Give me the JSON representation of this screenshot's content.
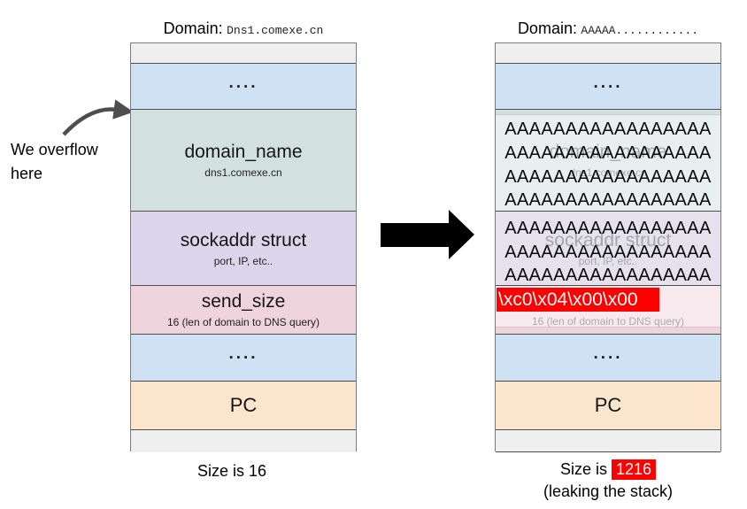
{
  "annotation": {
    "overflow_text": "We overflow here"
  },
  "stack_left": {
    "title_prefix": "Domain:",
    "title_domain": "Dns1.comexe.cn",
    "dots": "....",
    "domain_name": {
      "title": "domain_name",
      "subtitle": "dns1.comexe.cn"
    },
    "sockaddr": {
      "title": "sockaddr struct",
      "subtitle": "port, IP, etc.."
    },
    "send_size": {
      "title": "send_size",
      "subtitle": "16 (len of domain to DNS query)"
    },
    "pc": "PC",
    "caption": "Size is 16"
  },
  "stack_right": {
    "title_prefix": "Domain:",
    "title_domain": "AAAAA............",
    "dots": "....",
    "a_row": "AAAAAAAAAAAAAAAAA",
    "ghost_domain": {
      "title": "domain_name",
      "subtitle": "dns1.comexe.cn"
    },
    "ghost_sockaddr": {
      "title": "sockaddr struct",
      "subtitle": "port, IP, etc.."
    },
    "ghost_send_size_subtitle": "16 (len of domain to DNS query)",
    "payload": "\\xc0\\x04\\x00\\x00",
    "pc": "PC",
    "caption_prefix": "Size is",
    "caption_value": "1216",
    "caption_note": "(leaking the stack)"
  },
  "colors": {
    "accent_red": "#fe0000",
    "blue": "#cfe2f3",
    "teal": "#d2e1e0",
    "purple": "#dcd5eb",
    "pink": "#f0d4dd",
    "orange": "#fce5cd"
  }
}
